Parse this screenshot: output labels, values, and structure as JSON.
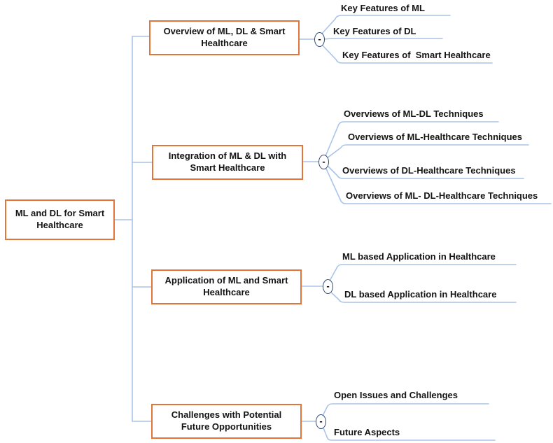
{
  "diagram": {
    "title": "ML and DL for Smart Healthcare mind map",
    "colors": {
      "node_border_orange": "#E0763B",
      "connector_blue": "#A9C4E8",
      "toggle_border_navy": "#2E4770",
      "text_black": "#141414",
      "background": "#FFFFFF"
    },
    "root": {
      "label": "ML and DL for Smart Healthcare"
    },
    "branches": [
      {
        "label": "Overview of ML, DL & Smart Healthcare",
        "collapse_label": "-",
        "leaves": [
          "Key Features of ML",
          "Key Features of DL",
          "Key Features of  Smart Healthcare"
        ]
      },
      {
        "label": "Integration of ML & DL with Smart Healthcare",
        "collapse_label": "-",
        "leaves": [
          "Overviews of ML-DL Techniques",
          "Overviews of ML-Healthcare Techniques",
          "Overviews of DL-Healthcare Techniques",
          "Overviews of ML- DL-Healthcare Techniques"
        ]
      },
      {
        "label": "Application of ML and Smart Healthcare",
        "collapse_label": "-",
        "leaves": [
          "ML based Application in Healthcare",
          "DL based Application in Healthcare"
        ]
      },
      {
        "label": "Challenges with Potential Future Opportunities",
        "collapse_label": "-",
        "leaves": [
          "Open Issues and Challenges",
          "Future Aspects"
        ]
      }
    ]
  }
}
